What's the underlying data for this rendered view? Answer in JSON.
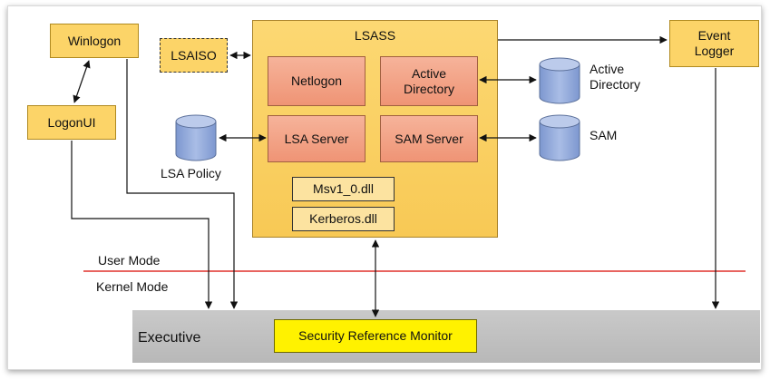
{
  "nodes": {
    "winlogon": "Winlogon",
    "logonui": "LogonUI",
    "lsaiso": "LSAISO",
    "lsass": "LSASS",
    "netlogon": "Netlogon",
    "active_directory": "Active Directory",
    "lsa_server": "LSA Server",
    "sam_server": "SAM Server",
    "msv": "Msv1_0.dll",
    "kerberos": "Kerberos.dll",
    "event_logger": "Event Logger",
    "executive": "Executive",
    "srm": "Security Reference Monitor"
  },
  "stores": {
    "lsa_policy": "LSA Policy",
    "active_directory_db": "Active Directory",
    "sam_db": "SAM"
  },
  "boundary": {
    "user_mode": "User Mode",
    "kernel_mode": "Kernel Mode"
  },
  "colors": {
    "yellow_box": "#fcd468",
    "salmon_box": "#ef9475",
    "database": "#8ea9db",
    "mode_line": "#e0302b",
    "srm_fill": "#fff200",
    "executive_fill": "#bfbfbf"
  }
}
